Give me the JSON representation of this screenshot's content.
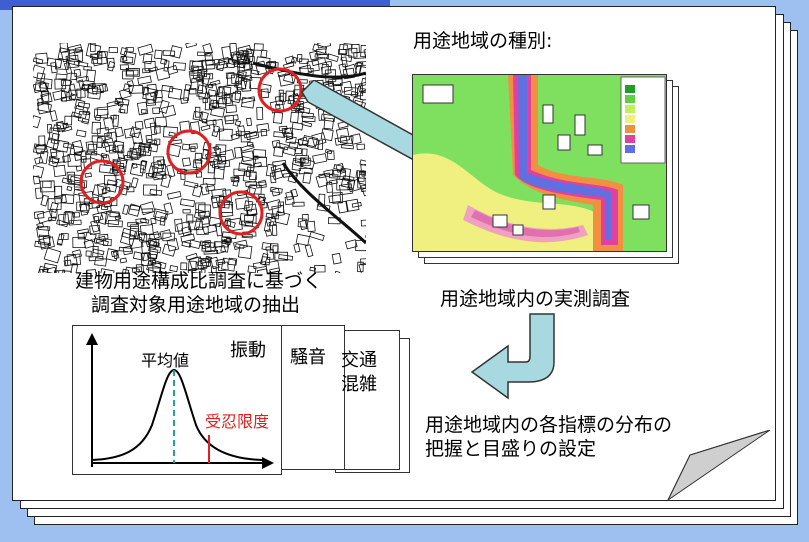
{
  "heading": "用途地域の種別:",
  "map_caption": [
    "建物用途構成比調査に基づく",
    "調査対象用途地域の抽出"
  ],
  "survey_caption": "用途地域内の実測調査",
  "result_caption": [
    "用途地域内の各指標の分布の",
    "把握と目盛りの設定"
  ],
  "cards": {
    "vibration": "振動",
    "noise": "騒音",
    "traffic": [
      "交通",
      "混雑"
    ]
  },
  "chart": {
    "mean_label": "平均値",
    "limit_label": "受忍限度"
  },
  "colors": {
    "background": "#9ec0f0",
    "accent_bar": "#3f5fd0",
    "highlight_circle": "#e02020",
    "mean_line": "#20a0a0",
    "limit_line": "#e02020",
    "arrow_fill": "#a8d8e0"
  }
}
